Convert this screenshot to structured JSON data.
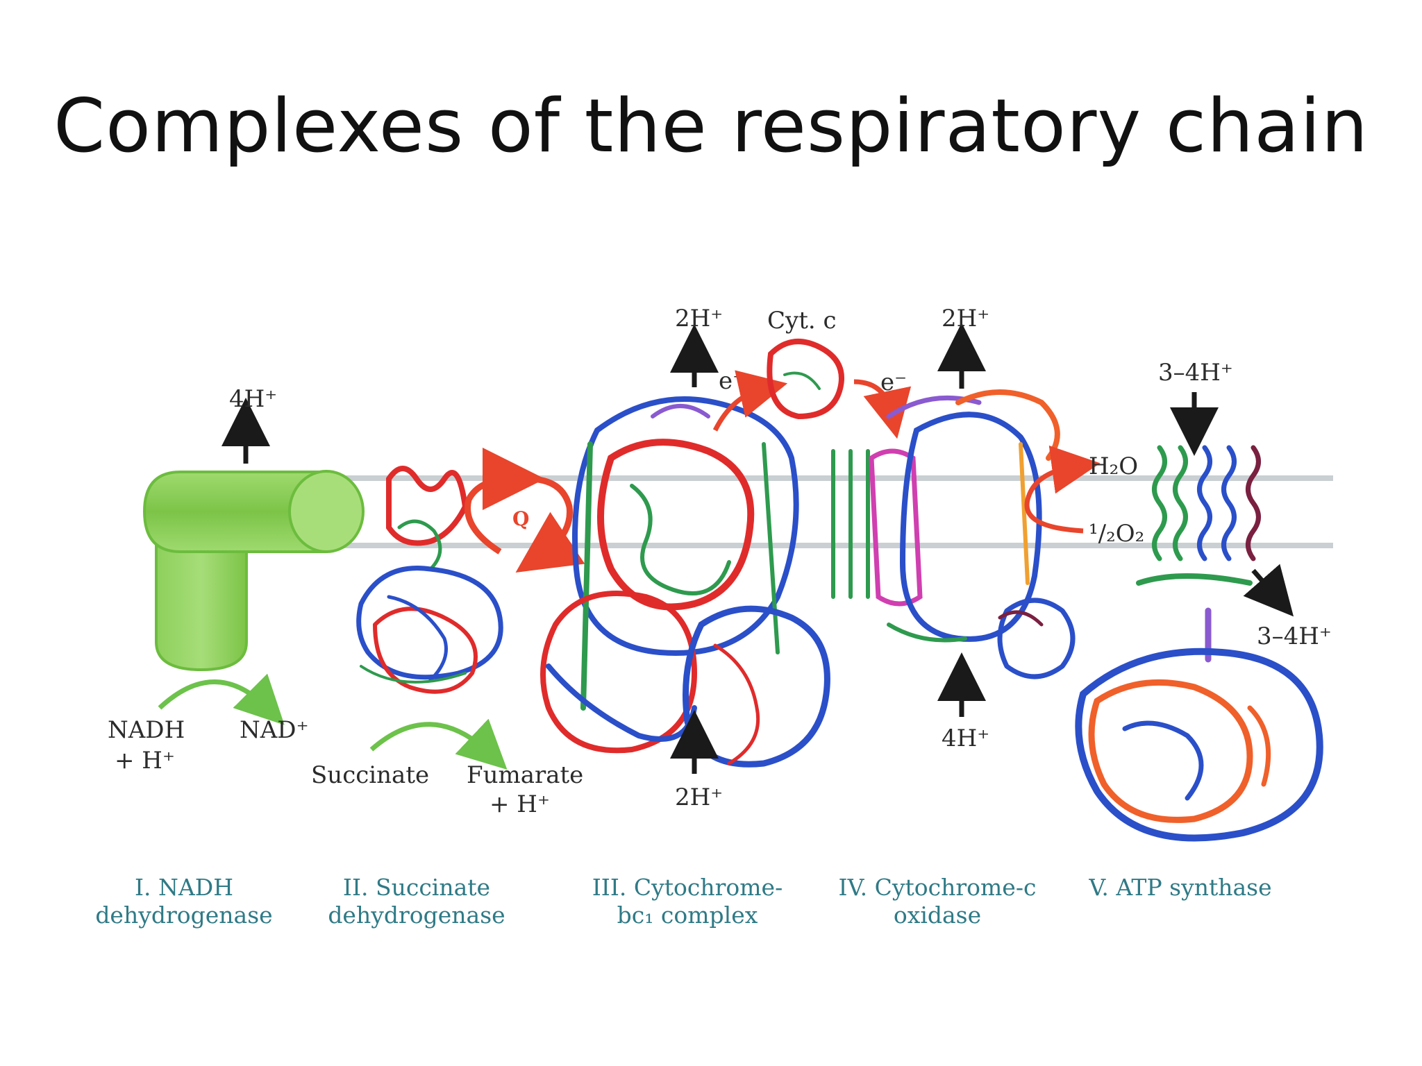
{
  "slide": {
    "title": "Complexes of the respiratory chain"
  },
  "labels": {
    "c1_top": "4H⁺",
    "c1_in1": "NADH",
    "c1_in2": "+ H⁺",
    "c1_out": "NAD⁺",
    "c2_in": "Succinate",
    "c2_out1": "Fumarate",
    "c2_out2": "+ H⁺",
    "q": "Q",
    "c3_top": "2H⁺",
    "c3_e": "e⁻",
    "cytc": "Cyt. c",
    "c3_bottom": "2H⁺",
    "c4_e": "e⁻",
    "c4_top": "2H⁺",
    "c4_bottom": "4H⁺",
    "h2o": "H₂O",
    "o2": "¹/₂O₂",
    "c5_top": "3–4H⁺",
    "c5_out": "3–4H⁺"
  },
  "captions": [
    {
      "l1": "I. NADH",
      "l2": "dehydrogenase"
    },
    {
      "l1": "II. Succinate",
      "l2": "dehydrogenase"
    },
    {
      "l1": "III. Cytochrome-",
      "l2": "bc₁ complex"
    },
    {
      "l1": "IV. Cytochrome-c",
      "l2": "oxidase"
    },
    {
      "l1": "V. ATP synthase",
      "l2": ""
    }
  ],
  "colors": {
    "membrane": "#c9cfd2",
    "complex1": "#8ccf5a",
    "arrow_red": "#e8452c",
    "arrow_black": "#1a1a1a",
    "arrow_green": "#6cc24a",
    "caption": "#2f7a86",
    "protein_red": "#e02b2b",
    "protein_blue": "#2a4fc9",
    "protein_green": "#2e9a4e",
    "protein_magenta": "#d03fb0",
    "protein_purple": "#8a5ad0",
    "protein_orange": "#f0602a"
  }
}
